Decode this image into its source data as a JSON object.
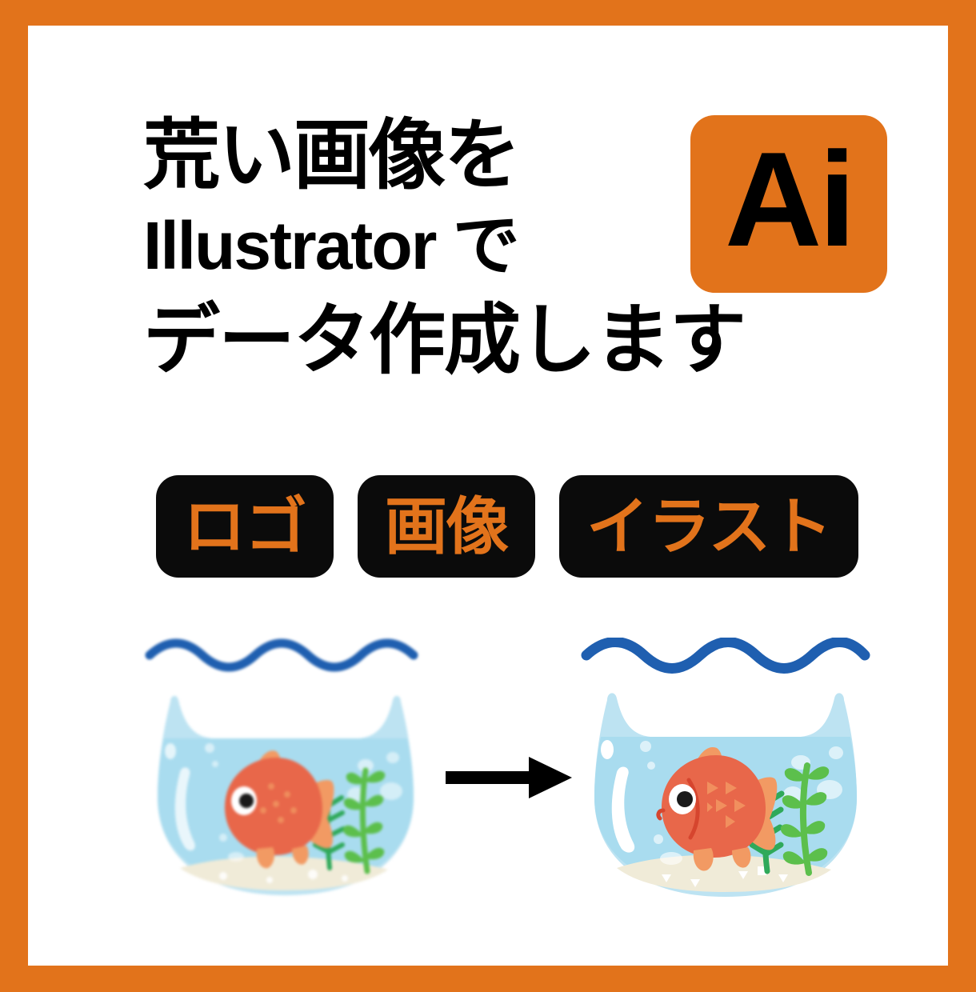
{
  "theme": {
    "accent_orange": "#E2731B",
    "black": "#000000",
    "white": "#FFFFFF",
    "water_blue": "#A9DCEF",
    "wave_blue": "#1F5FB0",
    "glass_blue": "#BDE3F2",
    "sand_cream": "#F0EBD8",
    "fish_body": "#E8674A",
    "fish_fin": "#F29A63",
    "plant_green_dark": "#2FA95A",
    "plant_green_light": "#5CBF4C"
  },
  "headline": {
    "line1": "荒い画像を",
    "line2": "Illustrator で",
    "line3": "データ作成します"
  },
  "ai_badge": {
    "label": "Ai"
  },
  "tags": [
    {
      "label": "ロゴ"
    },
    {
      "label": "画像"
    },
    {
      "label": "イラスト"
    }
  ],
  "illustration": {
    "arrow": {
      "icon": "arrow-right-icon",
      "direction": "right"
    },
    "before": {
      "caption": "",
      "state": "raster-blurry",
      "wave_periods": 4,
      "fish_scale_shape": "dots",
      "plants": 2
    },
    "after": {
      "caption": "",
      "state": "vector-sharp",
      "wave_periods": 4,
      "fish_scale_shape": "triangles",
      "plants": 2
    }
  }
}
